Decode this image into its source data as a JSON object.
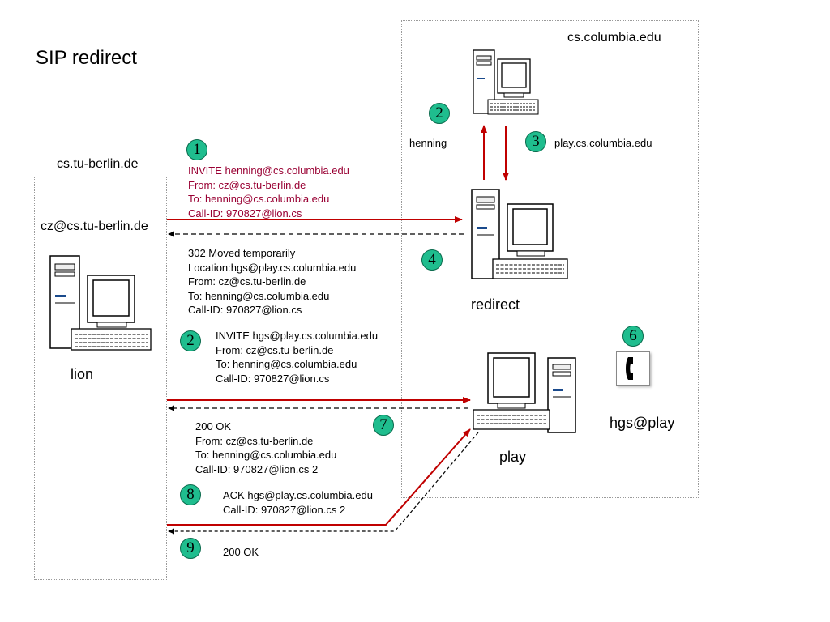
{
  "title": "SIP redirect",
  "domains": {
    "berlin": "cs.tu-berlin.de",
    "columbia": "cs.columbia.edu"
  },
  "nodes": {
    "caller_address": "cz@cs.tu-berlin.de",
    "lion": "lion",
    "redirect": "redirect",
    "play": "play",
    "callee": "hgs@play",
    "lookup_query": "henning",
    "lookup_result": "play.cs.columbia.edu"
  },
  "steps": {
    "s1": "1",
    "s2a": "2",
    "s3": "3",
    "s4": "4",
    "s2b": "2",
    "s6": "6",
    "s7": "7",
    "s8": "8",
    "s9": "9"
  },
  "messages": {
    "invite1": [
      "INVITE henning@cs.columbia.edu",
      "From: cz@cs.tu-berlin.de",
      "To: henning@cs.columbia.edu",
      "Call-ID: 970827@lion.cs"
    ],
    "moved": [
      "302 Moved temporarily",
      "Location:hgs@play.cs.columbia.edu",
      "From: cz@cs.tu-berlin.de",
      "To: henning@cs.columbia.edu",
      "Call-ID: 970827@lion.cs"
    ],
    "invite2": [
      "INVITE hgs@play.cs.columbia.edu",
      "From: cz@cs.tu-berlin.de",
      "To: henning@cs.columbia.edu",
      "Call-ID: 970827@lion.cs"
    ],
    "ok": [
      "200 OK",
      "From: cz@cs.tu-berlin.de",
      "To: henning@cs.columbia.edu",
      "Call-ID: 970827@lion.cs 2"
    ],
    "ack": [
      "ACK hgs@play.cs.columbia.edu",
      "Call-ID: 970827@lion.cs 2"
    ],
    "ok2": "200 OK"
  },
  "colors": {
    "request_arrow": "#c00000",
    "response_arrow": "#000000",
    "step_badge": "#1fbd8e",
    "invite_text": "#990033"
  }
}
